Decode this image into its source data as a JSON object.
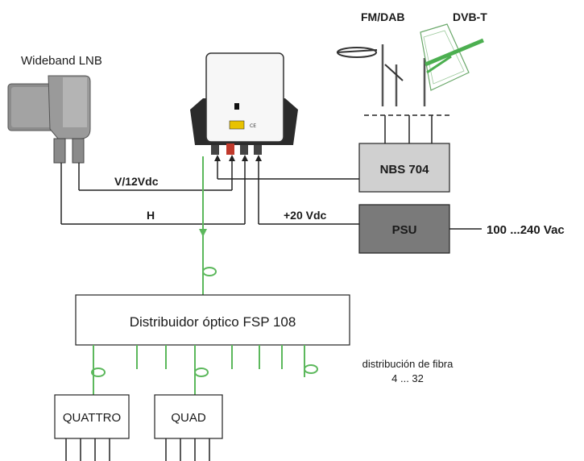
{
  "labels": {
    "lnb": "Wideband LNB",
    "fm_dab": "FM/DAB",
    "dvbt": "DVB-T",
    "nbs": "NBS 704",
    "psu": "PSU",
    "vac": "100 ...240 Vac",
    "v12": "V/12Vdc",
    "h": "H",
    "vdc20": "+20 Vdc",
    "distributor": "Distribuidor óptico FSP 108",
    "fiber_dist_1": "distribución de fibra",
    "fiber_dist_2": "4 ... 32",
    "quattro": "QUATTRO",
    "quad": "QUAD"
  },
  "colors": {
    "fiber": "#5cb85c",
    "wire": "#222222",
    "nbs_fill": "#d0d0d0",
    "psu_fill": "#7a7a7a",
    "lnb_body": "#9a9a9a",
    "device_body": "#f2f2f2",
    "device_base": "#2b2b2b"
  }
}
